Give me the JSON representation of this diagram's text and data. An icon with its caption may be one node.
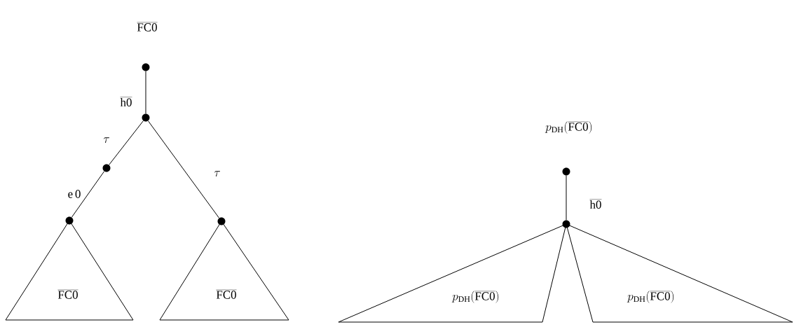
{
  "diagram": {
    "nodes": [
      {
        "text": [],
        "shape": "circle"
      },
      {
        "text": [],
        "shape": "circle"
      },
      {
        "text": [],
        "shape": "circle"
      },
      {
        "text": [],
        "shape": "circle"
      },
      {
        "text": [],
        "shape": "circle"
      },
      {
        "text": [
          "\\overline{\\mathrm{FC0}}"
        ]
      },
      {
        "text": [
          "\\overline{\\mathrm{FC0}}"
        ]
      },
      {
        "text": [],
        "shape": "circle"
      },
      {
        "text": [],
        "shape": "circle"
      },
      {
        "text": [
          "p_{\\mathrm{DH}}(\\overline{\\mathrm{FC0}})"
        ]
      },
      {
        "text": [
          "p_{\\mathrm{DH}}(\\overline{\\mathrm{FC0}})"
        ]
      }
    ],
    "edges": [
      {
        "from": 0,
        "to": 1,
        "arrow": "none",
        "label": "\\overline{\\mathrm{h0}}"
      },
      {
        "from": 1,
        "to": 2,
        "arrow": "none",
        "label": "\\tau"
      },
      {
        "from": 2,
        "to": 3,
        "arrow": "none",
        "label": "\\mathrm{e\\,0}"
      },
      {
        "from": 1,
        "to": 4,
        "arrow": "none",
        "label": "\\tau"
      },
      {
        "from": 7,
        "to": 8,
        "arrow": "none",
        "label": "\\overline{\\mathrm{h0}}"
      }
    ],
    "labels": [
      "\\overline{\\mathrm{FC0}}",
      "p_{\\mathrm{DH}}(\\overline{\\mathrm{FC0}})"
    ]
  }
}
